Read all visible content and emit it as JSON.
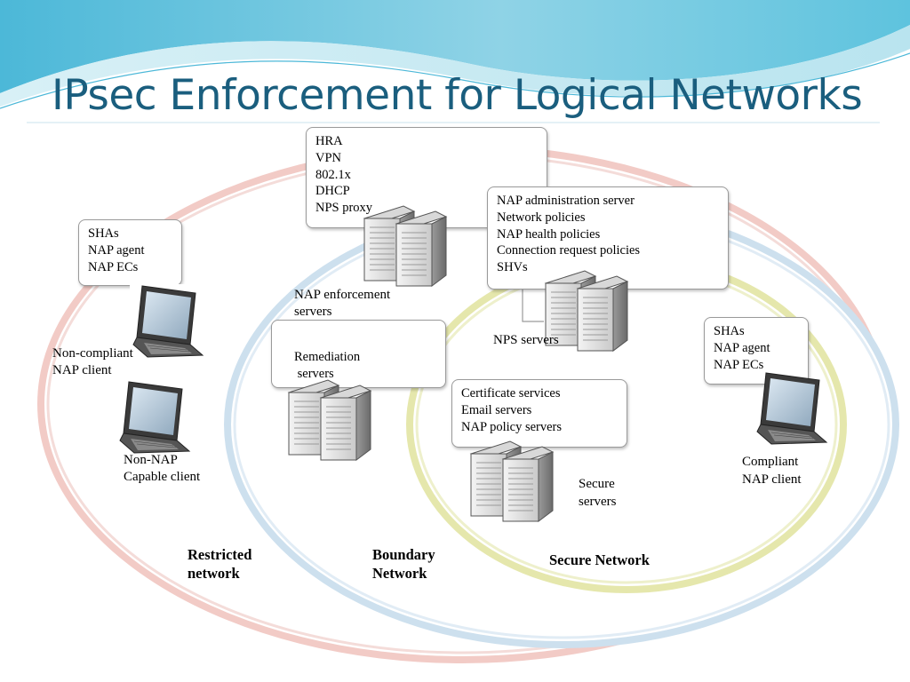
{
  "title": "IPsec Enforcement for Logical Networks",
  "colors": {
    "title": "#1a5e7e",
    "restricted_ring": "#e8a9a2",
    "boundary_ring": "#b8d1e4",
    "secure_ring": "#d9db8e",
    "header_wave": "#47b8d8"
  },
  "callouts": {
    "ra_servers": [
      "HRA",
      "VPN",
      "802.1x",
      "DHCP",
      "NPS proxy"
    ],
    "nps": [
      "NAP administration server",
      "Network policies",
      "NAP health policies",
      "Connection request policies",
      "SHVs"
    ],
    "noncompliant_client": [
      "SHAs",
      "NAP agent",
      "NAP ECs"
    ],
    "compliant_client": [
      "SHAs",
      "NAP agent",
      "NAP ECs"
    ],
    "remediation": [
      "Remediation",
      " servers"
    ],
    "secure_services": [
      "Certificate services",
      "Email servers",
      "NAP policy servers"
    ]
  },
  "labels": {
    "nap_enforcement_servers": [
      "NAP enforcement",
      "servers"
    ],
    "nps_servers": "NPS servers",
    "noncompliant_client": [
      "Non-compliant",
      "NAP client"
    ],
    "non_nap_client": [
      "Non-NAP",
      "Capable client"
    ],
    "secure_servers": [
      "Secure",
      "servers"
    ],
    "compliant_client": [
      "Compliant",
      "NAP client"
    ]
  },
  "zones": {
    "restricted": [
      "Restricted",
      "network"
    ],
    "boundary": [
      "Boundary",
      "Network"
    ],
    "secure": "Secure Network"
  },
  "icons": {
    "server": "server-tower-pair-icon",
    "laptop": "laptop-icon"
  }
}
